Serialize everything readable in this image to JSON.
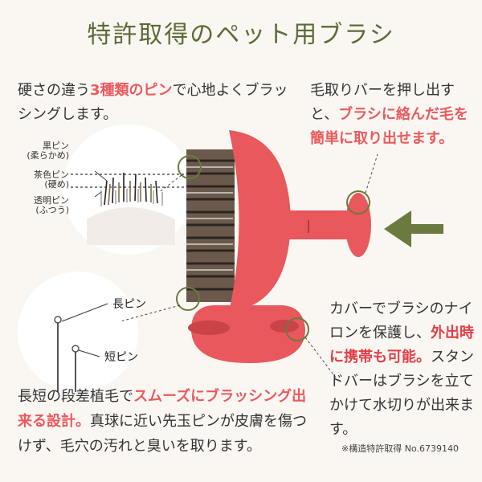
{
  "title": "特許取得のペット用ブラシ",
  "pin_desc": {
    "pre": "硬さの違う",
    "highlight": "3種類のピン",
    "post": "で心地よくブラッシングします。"
  },
  "pins": {
    "black": "黒ピン",
    "black_sub": "(柔らかめ)",
    "brown": "茶色ピン",
    "brown_sub": "(硬め)",
    "clear": "透明ピン",
    "clear_sub": "(ふつう)"
  },
  "bar_desc": {
    "pre": "毛取りバーを押し出すと、",
    "highlight": "ブラシに絡んだ毛を簡単に取り出せます。"
  },
  "pin_len": {
    "long": "長ピン",
    "short": "短ピン"
  },
  "bottom_desc": {
    "pre": "長短の段差植毛で",
    "highlight": "スムーズにブラッシング出来る設計。",
    "post": "真球に近い先玉ピンが皮膚を傷つけず、毛穴の汚れと臭いを取ります。"
  },
  "cover_desc": {
    "pre": "カバーでブラシのナイロンを保護し、",
    "highlight": "外出時に携帯も可能。",
    "post": "スタンドバーはブラシを立てかけて水切りが出来ます。"
  },
  "patent_note": "※構造特許取得 No.6739140",
  "colors": {
    "accent": "#ea5a5d",
    "brush": "#e8585c",
    "title": "#5d6a35",
    "arrow": "#6b7a3e"
  }
}
